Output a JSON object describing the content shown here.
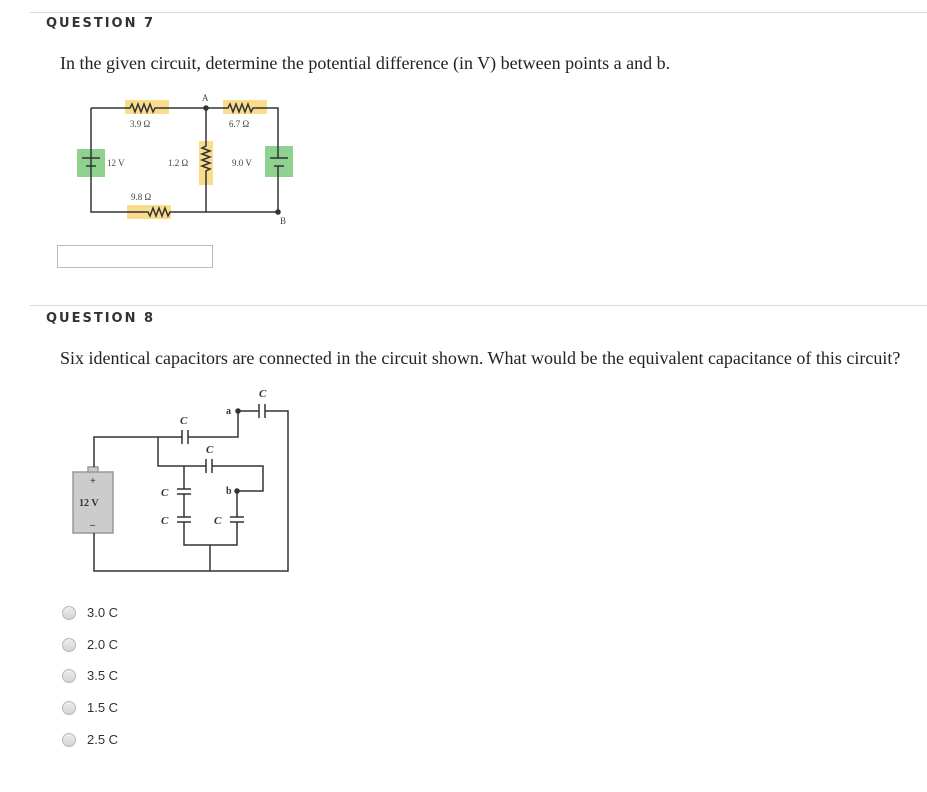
{
  "question7": {
    "heading": "QUESTION 7",
    "text": "In the given circuit, determine the potential difference (in V) between points a and b.",
    "answer_value": "",
    "circuit": {
      "resistors": [
        "3.9 Ω",
        "6.7 Ω",
        "1.2 Ω",
        "9.8 Ω"
      ],
      "batteries": [
        "12 V",
        "9.0 V"
      ],
      "points": [
        "A",
        "B"
      ],
      "resistor_color": "#f9dc8c",
      "battery_color": "#8fd18f"
    }
  },
  "question8": {
    "heading": "QUESTION 8",
    "text": "Six identical capacitors are connected in the circuit shown. What would be the equivalent capacitance of this circuit?",
    "circuit": {
      "capacitor_label": "C",
      "battery": "12 V",
      "battery_plus": "+",
      "battery_minus": "–",
      "points": [
        "a",
        "b"
      ]
    },
    "options": [
      "3.0 C",
      "2.0 C",
      "3.5 C",
      "1.5 C",
      "2.5 C"
    ]
  }
}
